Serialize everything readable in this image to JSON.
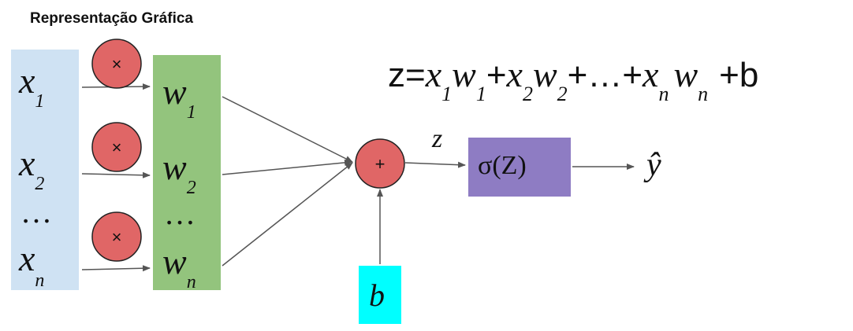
{
  "title": "Representação Gráfica",
  "inputs": {
    "var": "x",
    "subs": [
      "1",
      "2",
      "n"
    ],
    "dots": "…"
  },
  "weights": {
    "var": "w",
    "subs": [
      "1",
      "2",
      "n"
    ],
    "dots": "…"
  },
  "multiply_symbol": "×",
  "sum_symbol": "+",
  "bias_label": "b",
  "z_label": "z",
  "activation_label": "σ(Z)",
  "output_label": "ŷ",
  "equation": {
    "lhs": "z=",
    "x": "x",
    "w": "w",
    "s1": "1",
    "s2": "2",
    "sn": "n",
    "plus": "+",
    "ellipsis": "…",
    "tail": "+b"
  },
  "colors": {
    "input_column": "#cfe2f3",
    "weight_column": "#93c47d",
    "operator_circle": "#e06666",
    "bias_box": "#00ffff",
    "activation_box": "#8e7cc3",
    "arrow": "#555555"
  }
}
